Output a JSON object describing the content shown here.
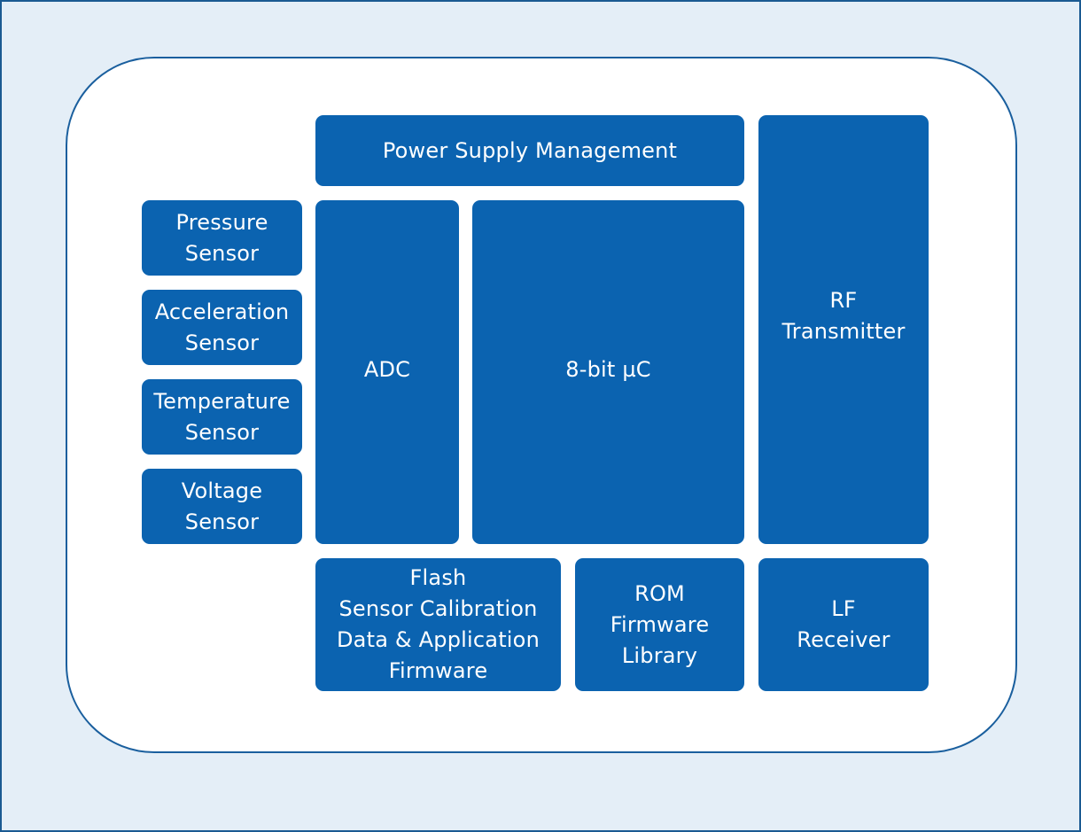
{
  "colors": {
    "block": "#0b63b0",
    "chip_background": "#ffffff",
    "chip_border": "#1a5f9e",
    "page_background": "#e4eef7"
  },
  "blocks": {
    "power_supply": {
      "lines": [
        "Power Supply Management"
      ]
    },
    "rf_transmitter": {
      "lines": [
        "RF",
        "Transmitter"
      ]
    },
    "pressure_sensor": {
      "lines": [
        "Pressure",
        "Sensor"
      ]
    },
    "acceleration_sensor": {
      "lines": [
        "Acceleration",
        "Sensor"
      ]
    },
    "temperature_sensor": {
      "lines": [
        "Temperature",
        "Sensor"
      ]
    },
    "voltage_sensor": {
      "lines": [
        "Voltage",
        "Sensor"
      ]
    },
    "adc": {
      "lines": [
        "ADC"
      ]
    },
    "microcontroller": {
      "lines": [
        "8-bit µC"
      ]
    },
    "flash": {
      "lines": [
        "Flash",
        "Sensor Calibration",
        "Data & Application",
        "Firmware"
      ]
    },
    "rom": {
      "lines": [
        "ROM",
        "Firmware",
        "Library"
      ]
    },
    "lf_receiver": {
      "lines": [
        "LF",
        "Receiver"
      ]
    }
  }
}
